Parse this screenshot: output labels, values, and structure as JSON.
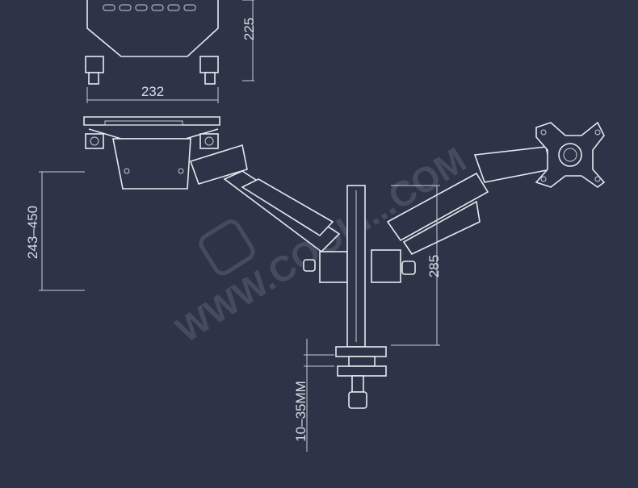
{
  "dimensions": {
    "tray_height": "225",
    "tray_width": "232",
    "arm_range": "243–450",
    "pole_height": "285",
    "clamp_range": "10–35MM"
  },
  "watermark": {
    "url": "WWW.COOLI...COM"
  },
  "colors": {
    "background": "#2e3447",
    "line": "#e6e8ee"
  }
}
